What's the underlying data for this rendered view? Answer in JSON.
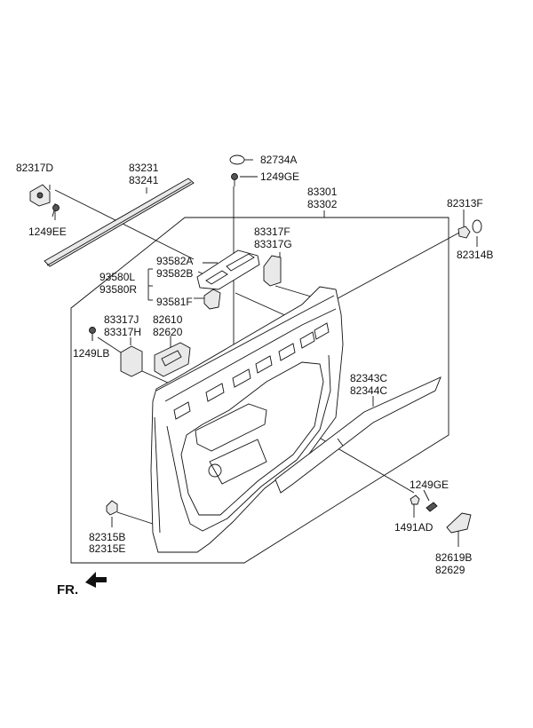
{
  "diagram": {
    "labels": {
      "p82317D": "82317D",
      "p1249EE": "1249EE",
      "p83231": "83231",
      "p83241": "83241",
      "p82734A": "82734A",
      "p1249GE_top": "1249GE",
      "p83301": "83301",
      "p83302": "83302",
      "p82313F": "82313F",
      "p82314B": "82314B",
      "p83317F": "83317F",
      "p83317G": "83317G",
      "p93582A": "93582A",
      "p93582B": "93582B",
      "p93580L": "93580L",
      "p93580R": "93580R",
      "p93581F": "93581F",
      "p83317J": "83317J",
      "p83317H": "83317H",
      "p82610": "82610",
      "p82620": "82620",
      "p1249LB": "1249LB",
      "p82343C": "82343C",
      "p82344C": "82344C",
      "p1249GE_bot": "1249GE",
      "p1491AD": "1491AD",
      "p82315B": "82315B",
      "p82315E": "82315E",
      "p82619B": "82619B",
      "p82629": "82629"
    },
    "direction_label": "FR."
  }
}
